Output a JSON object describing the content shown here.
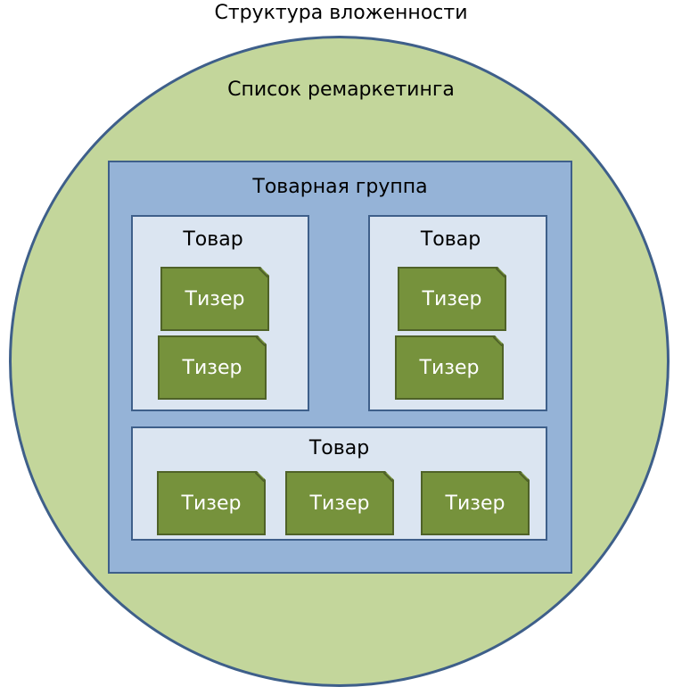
{
  "title": "Структура вложенности",
  "remarketing_list": {
    "label": "Список ремаркетинга",
    "product_group": {
      "label": "Товарная группа",
      "products": [
        {
          "label": "Товар",
          "teasers": [
            "Тизер",
            "Тизер"
          ]
        },
        {
          "label": "Товар",
          "teasers": [
            "Тизер",
            "Тизер"
          ]
        },
        {
          "label": "Товар",
          "teasers": [
            "Тизер",
            "Тизер",
            "Тизер"
          ]
        }
      ]
    }
  },
  "colors": {
    "circle_fill": "#c3d69b",
    "group_fill": "#95b3d7",
    "product_fill": "#dbe5f1",
    "teaser_fill": "#76923c",
    "outline": "#3e5f8a"
  }
}
